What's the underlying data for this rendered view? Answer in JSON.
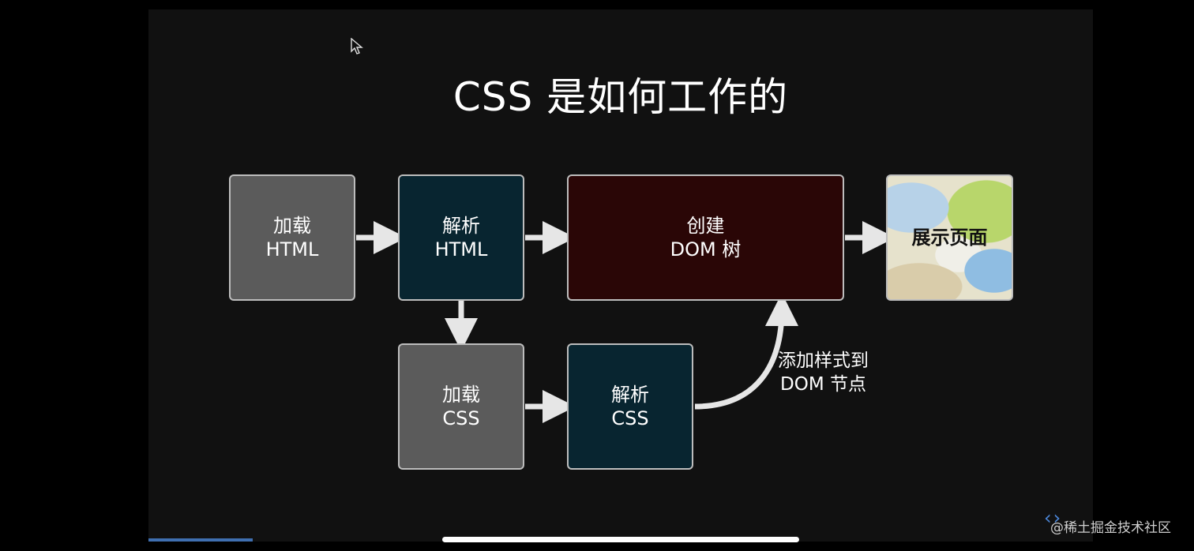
{
  "title": "CSS 是如何工作的",
  "boxes": {
    "load_html": {
      "line1": "加载",
      "line2": "HTML"
    },
    "parse_html": {
      "line1": "解析",
      "line2": "HTML"
    },
    "create_dom": {
      "line1": "创建",
      "line2": "DOM 树"
    },
    "show_page": {
      "line1": "展示页面"
    },
    "load_css": {
      "line1": "加载",
      "line2": "CSS"
    },
    "parse_css": {
      "line1": "解析",
      "line2": "CSS"
    }
  },
  "side_label": {
    "line1": "添加样式到",
    "line2": "DOM 节点"
  },
  "watermark": "@稀土掘金技术社区",
  "nav_arrows": "‹›",
  "colors": {
    "gray_box": "#5b5b5b",
    "teal_box": "#082530",
    "maroon_box": "#2a0606",
    "arrow": "#e6e6e6"
  }
}
